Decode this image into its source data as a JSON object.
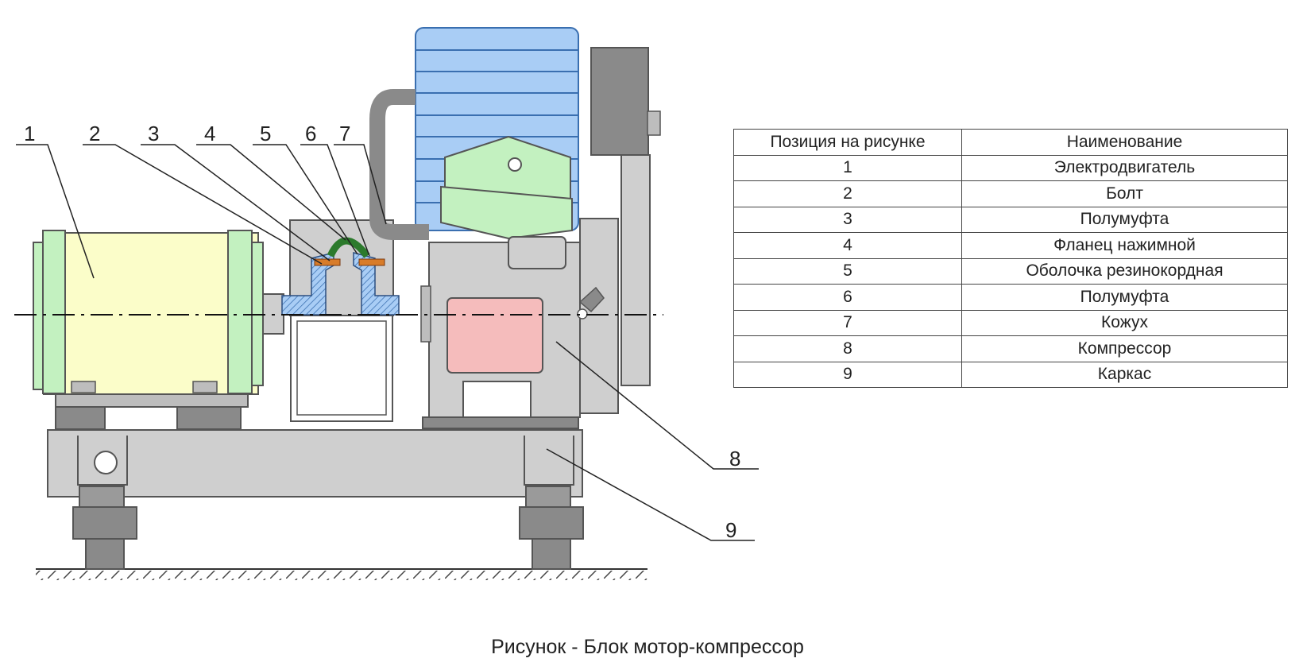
{
  "callouts": [
    "1",
    "2",
    "3",
    "4",
    "5",
    "6",
    "7",
    "8",
    "9"
  ],
  "table": {
    "headers": [
      "Позиция на рисунке",
      "Наименование"
    ],
    "rows": [
      [
        "1",
        "Электродвигатель"
      ],
      [
        "2",
        "Болт"
      ],
      [
        "3",
        "Полумуфта"
      ],
      [
        "4",
        "Фланец нажимной"
      ],
      [
        "5",
        "Оболочка резинокордная"
      ],
      [
        "6",
        "Полумуфта"
      ],
      [
        "7",
        "Кожух"
      ],
      [
        "8",
        "Компрессор"
      ],
      [
        "9",
        "Каркас"
      ]
    ]
  },
  "caption": "Рисунок - Блок мотор-компрессор",
  "colors": {
    "motor": "#fbfdc9",
    "motor_flange": "#c3f1c0",
    "cylinders": "#a9cdf5",
    "compressor_top": "#c3f1c0",
    "crankcase_panel": "#f5bcbc",
    "coupling_hatch": "#a9cdf5",
    "rubber_shell": "#2c7a2c",
    "bolt": "#d87c2a",
    "steel_grey": "#cfcfcf",
    "dark_grey": "#8a8a8a"
  }
}
